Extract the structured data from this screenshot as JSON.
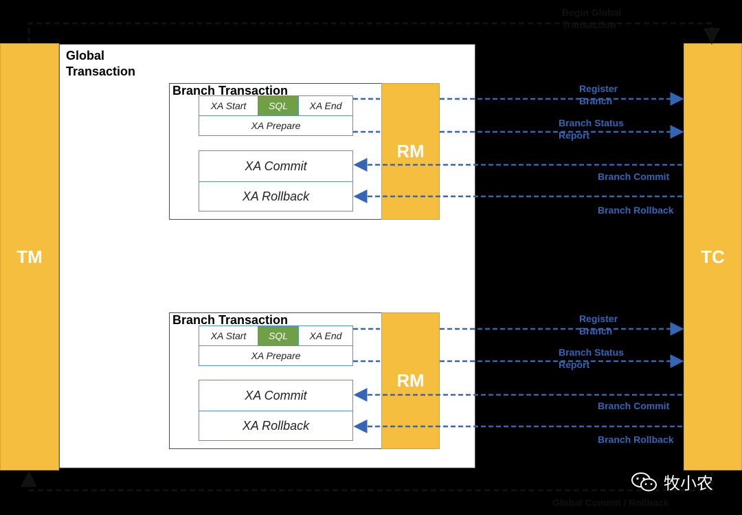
{
  "tm_label": "TM",
  "tc_label": "TC",
  "global_title": [
    "Global",
    "Transaction"
  ],
  "begin_label": [
    "Begin Global",
    "Transaction"
  ],
  "end_label": "Global Commit / Rollback",
  "watermark_text": "牧小农",
  "branches": [
    {
      "title": "Branch Transaction",
      "rm": "RM",
      "xa_start": "XA Start",
      "sql": "SQL",
      "xa_end": "XA End",
      "xa_prepare": "XA Prepare",
      "xa_commit": "XA Commit",
      "xa_rollback": "XA Rollback",
      "msg_register": [
        "Register",
        "Branch"
      ],
      "msg_status": [
        "Branch Status",
        "Report"
      ],
      "msg_commit": "Branch Commit",
      "msg_rollback": "Branch Rollback"
    },
    {
      "title": "Branch Transaction",
      "rm": "RM",
      "xa_start": "XA Start",
      "sql": "SQL",
      "xa_end": "XA End",
      "xa_prepare": "XA Prepare",
      "xa_commit": "XA Commit",
      "xa_rollback": "XA Rollback",
      "msg_register": [
        "Register",
        "Branch"
      ],
      "msg_status": [
        "Branch Status",
        "Report"
      ],
      "msg_commit": "Branch Commit",
      "msg_rollback": "Branch Rollback"
    }
  ],
  "colors": {
    "bar": "#f5be3f",
    "sql": "#70a046",
    "arrow": "#3466b5",
    "background": "#000000"
  }
}
